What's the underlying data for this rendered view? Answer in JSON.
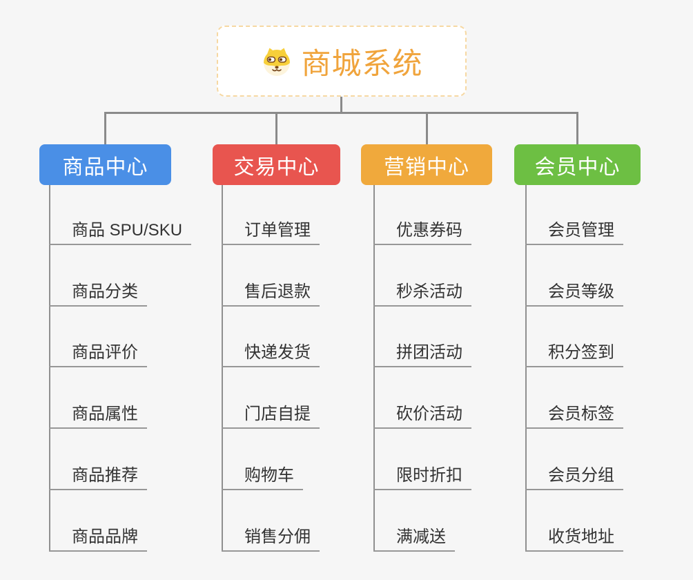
{
  "root": {
    "title": "商城系统",
    "icon": "dog-face",
    "title_color": "#f0a43c",
    "border_color": "#f6d8a2"
  },
  "connector_color": "#8a8a8a",
  "branches": [
    {
      "label": "商品中心",
      "color": "#4a8fe6",
      "children": [
        "商品 SPU/SKU",
        "商品分类",
        "商品评价",
        "商品属性",
        "商品推荐",
        "商品品牌"
      ]
    },
    {
      "label": "交易中心",
      "color": "#e8554f",
      "children": [
        "订单管理",
        "售后退款",
        "快递发货",
        "门店自提",
        "购物车",
        "销售分佣"
      ]
    },
    {
      "label": "营销中心",
      "color": "#f0a93c",
      "children": [
        "优惠券码",
        "秒杀活动",
        "拼团活动",
        "砍价活动",
        "限时折扣",
        "满减送"
      ]
    },
    {
      "label": "会员中心",
      "color": "#6dbf43",
      "children": [
        "会员管理",
        "会员等级",
        "积分签到",
        "会员标签",
        "会员分组",
        "收货地址"
      ]
    }
  ]
}
